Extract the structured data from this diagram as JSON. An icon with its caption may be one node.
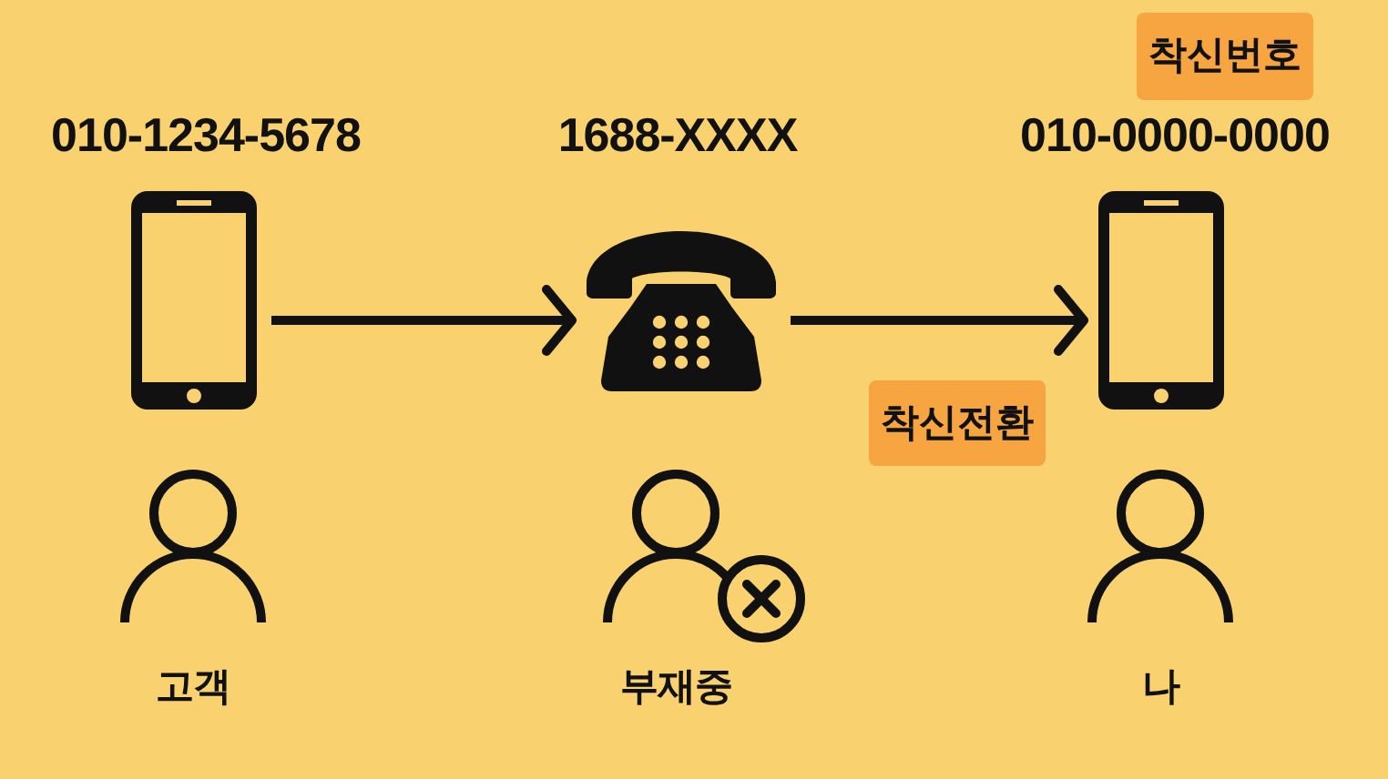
{
  "diagram": {
    "nodes": [
      {
        "text": [
          "착신번호"
        ]
      },
      {
        "text": [],
        "shape": "phone",
        "beside": [
          "010-1234-5678"
        ]
      },
      {
        "text": [],
        "shape": "telephone",
        "beside": [
          "1688-XXXX"
        ]
      },
      {
        "text": [],
        "shape": "phone",
        "beside": [
          "010-0000-0000"
        ]
      },
      {
        "text": [
          "착신전환"
        ]
      },
      {
        "text": [],
        "shape": "person",
        "beside": [
          "고객"
        ]
      },
      {
        "text": [],
        "shape": "person",
        "beside": [
          "부재중"
        ]
      },
      {
        "text": [],
        "shape": "person",
        "beside": [
          "나"
        ]
      }
    ],
    "edges": [
      {
        "from": 1,
        "to": 2,
        "arrow": "to"
      },
      {
        "from": 2,
        "to": 3,
        "arrow": "to"
      }
    ]
  }
}
